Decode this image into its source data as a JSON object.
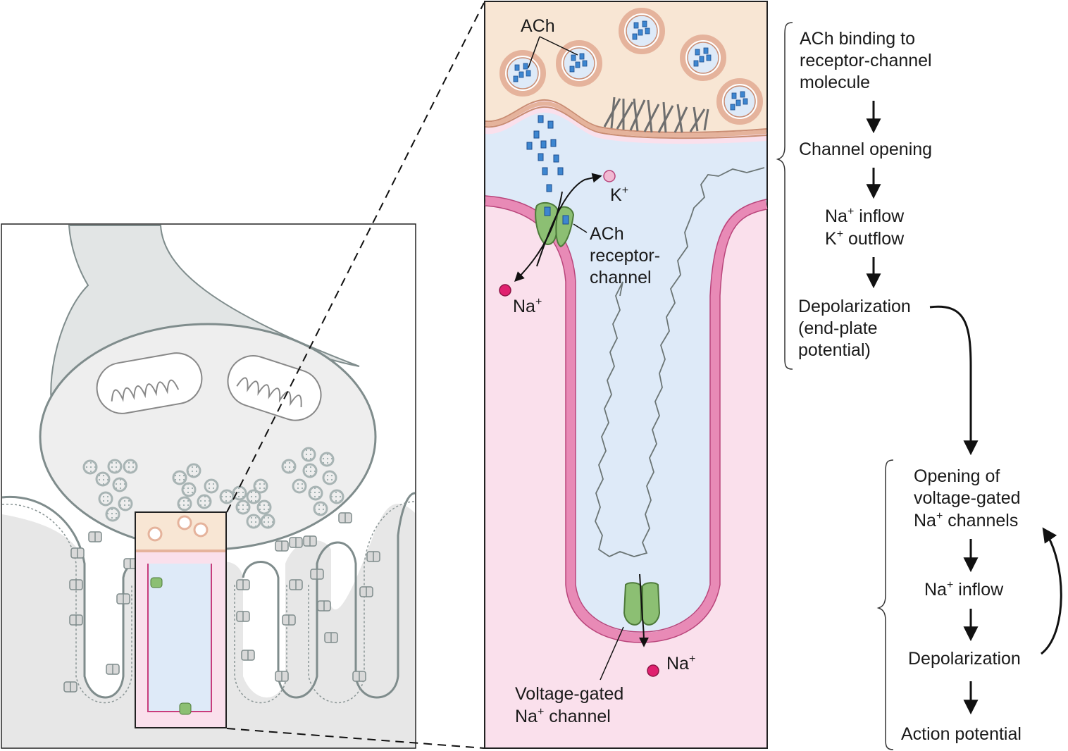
{
  "colors": {
    "presynaptic": "#f8e6d4",
    "presynaptic_membrane": "#e5b39c",
    "cleft": "#deeaf8",
    "muscle": "#fae0ec",
    "muscle_membrane": "#e88ab6",
    "nerve_terminal": "#eeeeee",
    "nerve_membrane": "#7f8c8c",
    "receptor": "#8cbf73",
    "ach_quanta": "#3d86d0",
    "sodium": "#e0206f",
    "potassium": "#f1b9d2"
  },
  "zoom_labels": {
    "ach": "ACh",
    "k_ion": "K",
    "k_charge": "+",
    "na_ion_upper": "Na",
    "na_charge_upper": "+",
    "receptor_line1": "ACh",
    "receptor_line2": "receptor-",
    "receptor_line3": "channel",
    "na_ion_lower": "Na",
    "na_charge_lower": "+",
    "vg_line1": "Voltage-gated",
    "vg_line2_ion": "Na",
    "vg_line2_charge": "+",
    "vg_line2_rest": " channel"
  },
  "flow_top": {
    "step1_line1": "ACh binding to",
    "step1_line2": "receptor-channel",
    "step1_line3": "molecule",
    "step2": "Channel opening",
    "step3_line1_ion": "Na",
    "step3_line1_charge": "+",
    "step3_line1_rest": " inflow",
    "step3_line2_ion": "K",
    "step3_line2_charge": "+",
    "step3_line2_rest": " outflow",
    "step4_line1": "Depolarization",
    "step4_line2": "(end-plate",
    "step4_line3": "potential)"
  },
  "flow_bottom": {
    "step1_line1": "Opening of",
    "step1_line2": "voltage-gated",
    "step1_line3_ion": "Na",
    "step1_line3_charge": "+",
    "step1_line3_rest": " channels",
    "step2_ion": "Na",
    "step2_charge": "+",
    "step2_rest": " inflow",
    "step3": "Depolarization",
    "step4": "Action potential"
  }
}
